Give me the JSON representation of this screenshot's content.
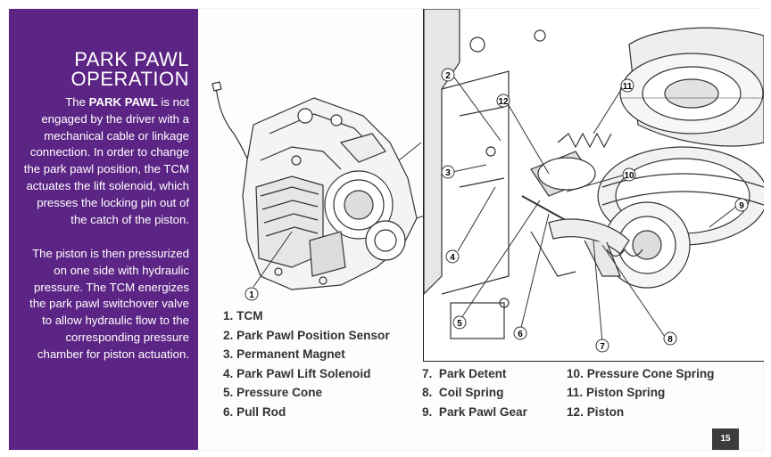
{
  "title_lines": [
    "PARK PAWL",
    "OPERATION"
  ],
  "paragraph1": {
    "prefix": "The ",
    "bold": "PARK PAWL",
    "rest": " is not engaged by the driver with a mechanical cable or linkage connection.  In order to change the park pawl position, the TCM actuates the lift solenoid, which presses the locking pin out of the catch of the piston."
  },
  "paragraph2": "The piston is then pressurized on one side with hydraulic pressure. The TCM energizes the park pawl switchover valve to allow hydraulic flow to the corresponding pressure chamber for piston actuation.",
  "legend": [
    {
      "num": "1.",
      "label": "TCM"
    },
    {
      "num": "2.",
      "label": "Park Pawl Position Sensor"
    },
    {
      "num": "3.",
      "label": "Permanent Magnet"
    },
    {
      "num": "4.",
      "label": "Park Pawl Lift Solenoid"
    },
    {
      "num": "5.",
      "label": "Pressure Cone"
    },
    {
      "num": "6.",
      "label": "Pull Rod"
    },
    {
      "num": "7.",
      "label": "Park Detent"
    },
    {
      "num": "8.",
      "label": "Coil Spring"
    },
    {
      "num": "9.",
      "label": "Park Pawl Gear"
    },
    {
      "num": "10.",
      "label": "Pressure Cone Spring"
    },
    {
      "num": "11.",
      "label": "Piston Spring"
    },
    {
      "num": "12.",
      "label": "Piston"
    }
  ],
  "callouts": [
    "1",
    "2",
    "3",
    "4",
    "5",
    "6",
    "7",
    "8",
    "9",
    "10",
    "11",
    "12"
  ],
  "page_number": "15",
  "colors": {
    "sidebar": "#5c2585",
    "page_badge": "#3c3c3c"
  }
}
